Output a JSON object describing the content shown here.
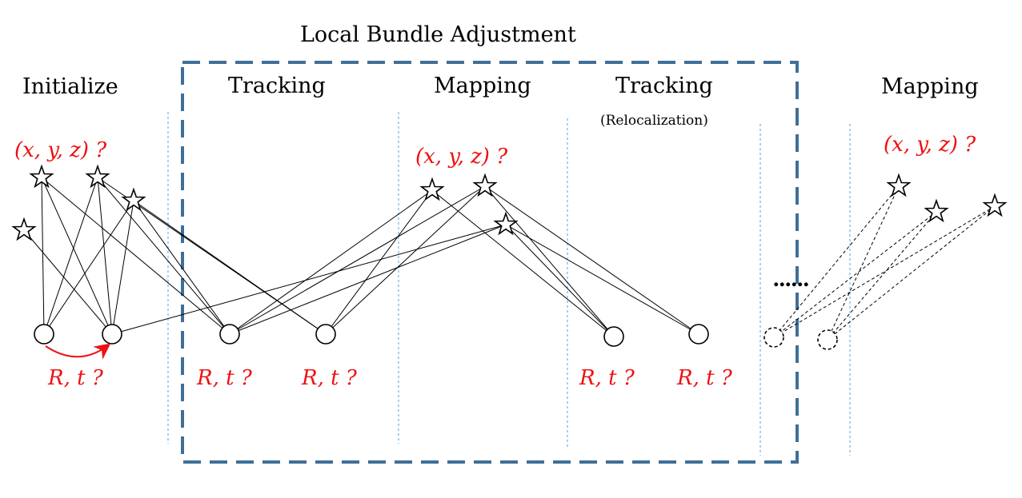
{
  "title": "Local Bundle Adjustment",
  "phases": {
    "initialize": "Initialize",
    "tracking1": "Tracking",
    "mapping1": "Mapping",
    "tracking2": "Tracking",
    "tracking2_sub": "(Relocalization)",
    "mapping2": "Mapping"
  },
  "point_queries": {
    "q1": "(x, y, z) ?",
    "q2": "(x, y, z) ?",
    "q3": "(x, y, z) ?"
  },
  "pose_queries": {
    "init": "R, t ?",
    "track1_a": "R, t ?",
    "track1_b": "R, t ?",
    "track2_a": "R, t ?",
    "track2_b": "R, t ?"
  },
  "ellipsis": "......",
  "colors": {
    "query_red": "#ee1111",
    "box_blue": "#3f6f98",
    "divider_blue": "#5aa3d9"
  }
}
